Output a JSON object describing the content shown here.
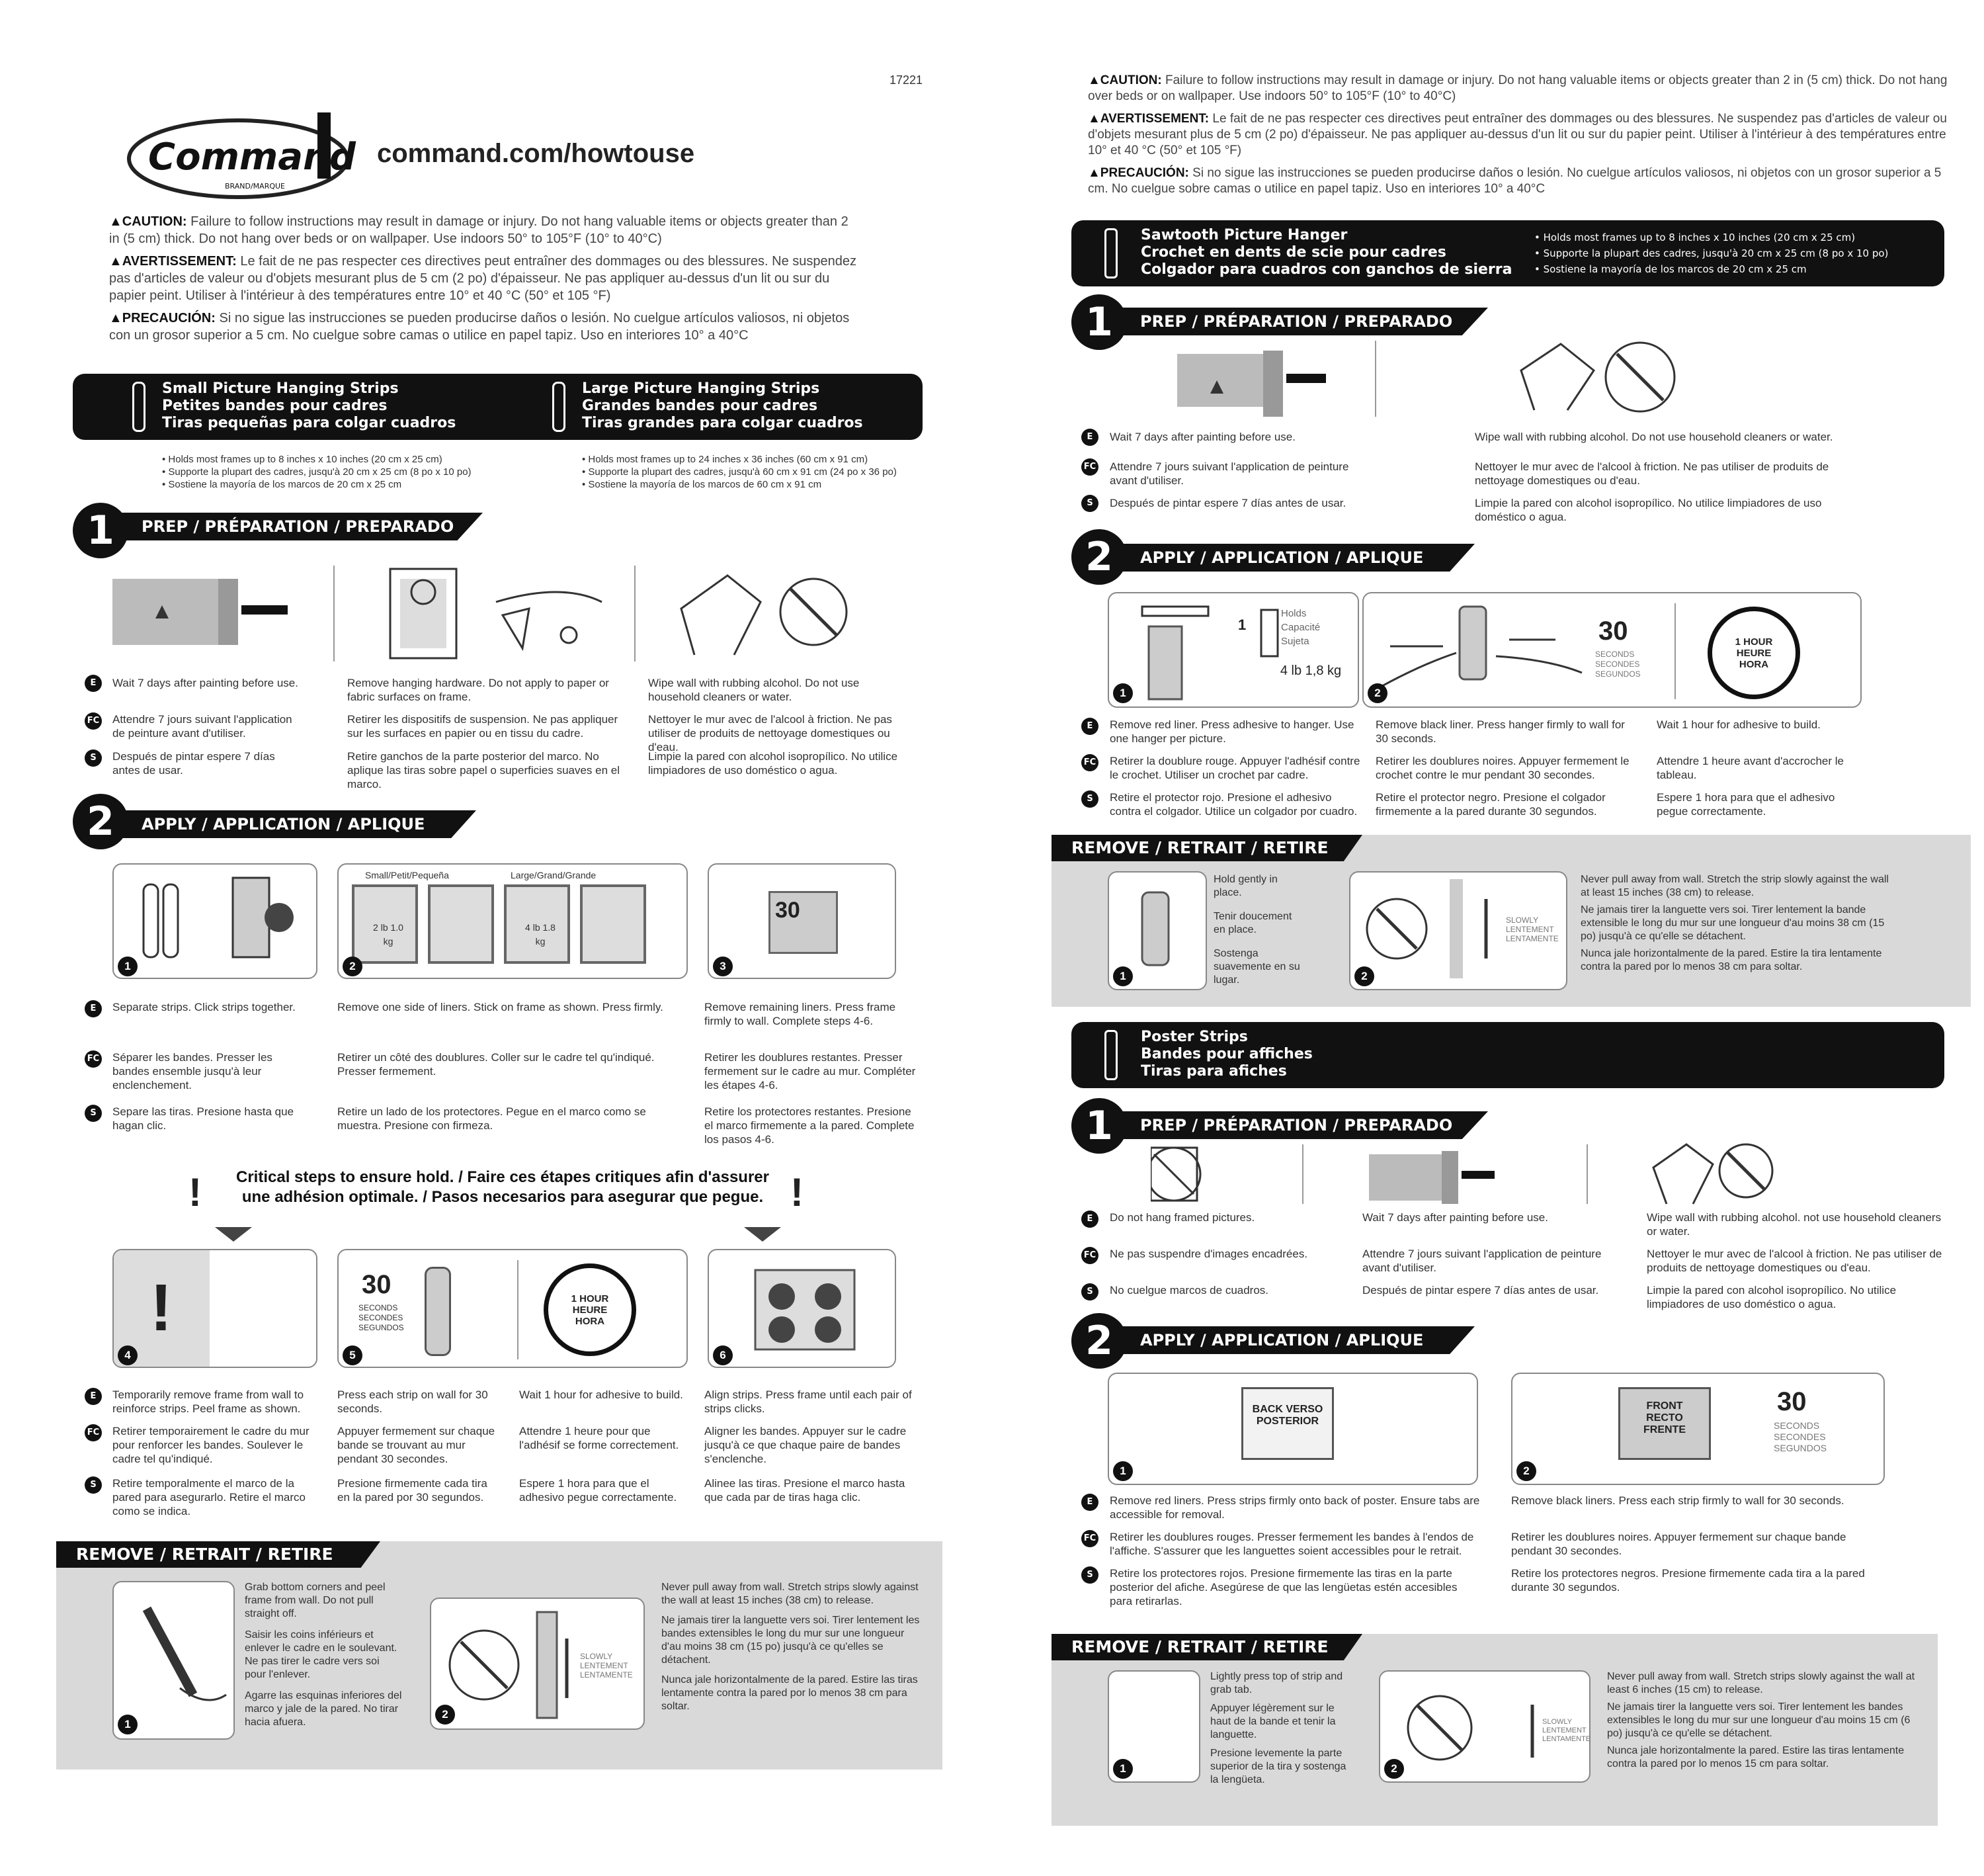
{
  "doc_code": "17221",
  "brand": {
    "logo_text": "Command",
    "logo_sub": "BRAND/MARQUE",
    "url": "command.com/howtouse"
  },
  "caution": {
    "en_label": "▲CAUTION:",
    "en": "Failure to follow instructions may result in damage or injury. Do not hang valuable items or objects greater than 2 in (5 cm) thick. Do not hang over beds or on wallpaper. Use indoors 50° to 105°F (10° to 40°C)",
    "fr_label": "▲AVERTISSEMENT:",
    "fr": "Le fait de ne pas respecter ces directives peut entraîner des dommages ou des blessures. Ne suspendez pas d'articles de valeur ou d'objets mesurant plus de 5 cm (2 po) d'épaisseur. Ne pas appliquer au-dessus d'un lit ou sur du papier peint. Utiliser à l'intérieur à des températures entre 10° et 40 °C (50° et 105 °F)",
    "es_label": "▲PRECAUCIÓN:",
    "es": "Si no sigue las instrucciones se pueden producirse daños o lesión. No cuelgue artículos valiosos, ni objetos con un grosor superior a 5 cm. No cuelgue sobre camas o utilice en papel tapiz. Uso en interiores 10° a 40°C"
  },
  "lang_icons": {
    "en": "E",
    "fr": "FC",
    "es": "S"
  },
  "step_titles": {
    "prep": "PREP / PRÉPARATION / PREPARADO",
    "apply": "APPLY / APPLICATION / APLIQUE",
    "remove": "REMOVE / RETRAIT / RETIRE"
  },
  "left": {
    "product_small": [
      "Small Picture Hanging Strips",
      "Petites bandes pour cadres",
      "Tiras pequeñas para colgar cuadros"
    ],
    "product_large": [
      "Large Picture Hanging Strips",
      "Grandes bandes pour cadres",
      "Tiras grandes para colgar cuadros"
    ],
    "small_bullets": [
      "• Holds most frames up to 8 inches x 10 inches (20 cm x 25 cm)",
      "• Supporte la plupart des cadres, jusqu'à 20 cm x 25 cm (8 po x 10 po)",
      "• Sostiene la mayoría de los marcos de 20 cm x 25 cm"
    ],
    "large_bullets": [
      "• Holds most frames up to 24 inches x 36 inches (60 cm x 91 cm)",
      "• Supporte la plupart des cadres, jusqu'à 60 cm x 91 cm (24 po x 36 po)",
      "• Sostiene la mayoría de los marcos de 60 cm x 91 cm"
    ],
    "prep": {
      "c1": {
        "en": "Wait 7 days after painting before use.",
        "fr": "Attendre 7 jours suivant l'application de peinture avant d'utiliser.",
        "es": "Después de pintar espere 7 días antes de usar."
      },
      "c2": {
        "en": "Remove hanging hardware. Do not apply to paper or fabric surfaces on frame.",
        "fr": "Retirer les dispositifs de suspension. Ne pas appliquer sur les surfaces en papier ou en tissu du cadre.",
        "es": "Retire ganchos de la parte posterior del marco. No aplique las tiras sobre papel o superficies suaves en el marco."
      },
      "c3": {
        "en": "Wipe wall with rubbing alcohol. Do not use household cleaners or water.",
        "fr": "Nettoyer le mur avec de l'alcool à friction. Ne pas utiliser de produits de nettoyage domestiques ou d'eau.",
        "es": "Limpie la pared con alcohol isopropílico. No utilice limpiadores de uso doméstico o agua."
      }
    },
    "apply_a": {
      "c1": {
        "en": "Separate strips. Click strips together.",
        "fr": "Séparer les bandes. Presser les bandes ensemble jusqu'à leur enclenchement.",
        "es": "Separe las tiras. Presione hasta que hagan clic."
      },
      "c2": {
        "en": "Remove one side of liners. Stick on frame as shown. Press firmly.",
        "fr": "Retirer un côté des doublures. Coller sur le cadre tel qu'indiqué. Presser fermement.",
        "es": "Retire un lado de los protectores. Pegue en el marco como se muestra. Presione con firmeza."
      },
      "c3": {
        "en": "Remove remaining liners. Press frame firmly to wall. Complete steps 4-6.",
        "fr": "Retirer les doublures restantes. Presser fermement sur le cadre au mur. Compléter les étapes 4-6.",
        "es": "Retire los protectores restantes. Presione el marco firmemente a la pared. Complete los pasos 4-6."
      }
    },
    "critical": "Critical steps to ensure hold. / Faire ces étapes critiques afin d'assurer une adhésion optimale. / Pasos necesarios para asegurar que pegue.",
    "apply_b": {
      "c1": {
        "en": "Temporarily remove frame from wall to reinforce strips. Peel frame as shown.",
        "fr": "Retirer temporairement le cadre du mur pour renforcer les bandes. Soulever le cadre tel qu'indiqué.",
        "es": "Retire temporalmente el marco de la pared para asegurarlo. Retire el marco como se indica."
      },
      "c2": {
        "en": "Press each strip on wall for 30 seconds.",
        "fr": "Appuyer fermement sur chaque bande se trouvant au mur pendant 30 secondes.",
        "es": "Presione firmemente cada tira en la pared por 30 segundos."
      },
      "c3": {
        "en": "Wait 1 hour for adhesive to build.",
        "fr": "Attendre 1 heure pour que l'adhésif se forme correctement.",
        "es": "Espere 1 hora para que el adhesivo pegue correctamente."
      },
      "c4": {
        "en": "Align strips. Press frame until each pair of strips clicks.",
        "fr": "Aligner les bandes. Appuyer sur le cadre jusqu'à ce que chaque paire de bandes s'enclenche.",
        "es": "Alinee las tiras. Presione el marco hasta que cada par de tiras haga clic."
      }
    },
    "remove": {
      "a": [
        "Grab bottom corners and peel frame from wall. Do not pull straight off.",
        "Saisir les coins inférieurs et enlever le cadre en le soulevant. Ne pas tirer le cadre vers soi pour l'enlever.",
        "Agarre las esquinas inferiores del marco y jale de la pared. No tirar hacia afuera."
      ],
      "b": [
        "Never pull away from wall. Stretch strips slowly against the wall at least 15 inches (38 cm) to release.",
        "Ne jamais tirer la languette vers soi. Tirer lentement les bandes extensibles le long du mur sur une longueur d'au moins 38 cm (15 po) jusqu'à ce qu'elles se détachent.",
        "Nunca jale horizontalmente de la pared. Estire las tiras lentamente contra la pared por lo menos 38 cm para soltar."
      ],
      "slowly": "SLOWLY LENTEMENT LENTAMENTE"
    },
    "labels": {
      "small": "Small/Petit/Pequeña",
      "large": "Large/Grand/Grande",
      "sec": "30",
      "sec_words": "SECONDS SECONDES SEGUNDOS",
      "hour": "1 HOUR HEURE HORA",
      "lb_s": "2 lb 1.0 kg",
      "lb_l": "4 lb 1.8 kg"
    }
  },
  "right": {
    "sawtooth": [
      "Sawtooth Picture Hanger",
      "Crochet en dents de scie pour cadres",
      "Colgador para cuadros con ganchos de sierra"
    ],
    "sawtooth_bullets": [
      "• Holds most frames up to 8 inches x 10 inches (20 cm x 25 cm)",
      "• Supporte la plupart des cadres, jusqu'à 20 cm x 25 cm (8 po x 10 po)",
      "• Sostiene la mayoría de los marcos de 20 cm x 25 cm"
    ],
    "prep": {
      "c1": {
        "en": "Wait 7 days after painting before use.",
        "fr": "Attendre 7 jours suivant l'application de peinture avant d'utiliser.",
        "es": "Después de pintar espere 7 días antes de usar."
      },
      "c2": {
        "en": "Wipe wall with rubbing alcohol. Do not use household cleaners or water.",
        "fr": "Nettoyer le mur avec de l'alcool à friction. Ne pas utiliser de produits de nettoyage domestiques ou d'eau.",
        "es": "Limpie la pared con alcohol isopropílico. No utilice limpiadores de uso doméstico o agua."
      }
    },
    "apply": {
      "holds": "Holds Capacité Sujeta",
      "weight": "4 lb 1,8 kg",
      "c1": {
        "en": "Remove red liner. Press adhesive to hanger. Use one hanger per picture.",
        "fr": "Retirer la doublure rouge. Appuyer l'adhésif contre le crochet. Utiliser un crochet par cadre.",
        "es": "Retire el protector rojo. Presione el adhesivo contra el colgador. Utilice un colgador por cuadro."
      },
      "c2": {
        "en": "Remove black liner. Press hanger firmly to wall for 30 seconds.",
        "fr": "Retirer les doublures noires. Appuyer fermement le crochet contre le mur pendant 30 secondes.",
        "es": "Retire el protector negro. Presione el colgador firmemente a la pared durante 30 segundos."
      },
      "c3": {
        "en": "Wait 1 hour for adhesive to build.",
        "fr": "Attendre 1 heure avant d'accrocher le tableau.",
        "es": "Espere 1 hora para que el adhesivo pegue correctamente."
      }
    },
    "remove1": {
      "a": [
        "Hold gently in place.",
        "Tenir doucement en place.",
        "Sostenga suavemente en su lugar."
      ],
      "b": [
        "Never pull away from wall. Stretch the strip slowly against the wall at least 15 inches (38 cm) to release.",
        "Ne jamais tirer la languette vers soi. Tirer lentement la bande extensible le long du mur sur une longueur d'au moins 38 cm (15 po) jusqu'à ce qu'elle se détachent.",
        "Nunca jale horizontalmente de la pared. Estire la tira lentamente contra la pared por lo menos 38 cm para soltar."
      ]
    },
    "poster": [
      "Poster Strips",
      "Bandes pour affiches",
      "Tiras para afiches"
    ],
    "poster_prep": {
      "c1": {
        "en": "Do not hang framed pictures.",
        "fr": "Ne pas suspendre d'images encadrées.",
        "es": "No cuelgue marcos de cuadros."
      },
      "c2": {
        "en": "Wait 7 days after painting before use.",
        "fr": "Attendre 7 jours suivant l'application de peinture avant d'utiliser.",
        "es": "Después de pintar espere 7 días antes de usar."
      },
      "c3": {
        "en": "Wipe wall with rubbing alcohol. not use household cleaners or water.",
        "fr": "Nettoyer le mur avec de l'alcool à friction. Ne pas utiliser de produits de nettoyage domestiques ou d'eau.",
        "es": "Limpie la pared con alcohol isopropílico. No utilice limpiadores de uso doméstico o agua."
      }
    },
    "poster_apply": {
      "back": "BACK VERSO POSTERIOR",
      "front": "FRONT RECTO FRENTE",
      "c1": {
        "en": "Remove red liners. Press strips firmly onto back of poster. Ensure tabs are accessible for removal.",
        "fr": "Retirer les doublures rouges. Presser fermement les bandes à l'endos de l'affiche. S'assurer que les languettes soient accessibles pour le retrait.",
        "es": "Retire los protectores rojos. Presione firmemente las tiras en la parte posterior del afiche. Asegúrese de que las lengüetas estén accesibles para retirarlas."
      },
      "c2": {
        "en": "Remove black liners. Press each strip firmly to wall for 30 seconds.",
        "fr": "Retirer les doublures noires. Appuyer fermement sur chaque bande pendant 30 secondes.",
        "es": "Retire los protectores negros. Presione firmemente cada tira a la pared durante 30 segundos."
      }
    },
    "remove2": {
      "a": [
        "Lightly press top of strip and grab tab.",
        "Appuyer légèrement sur le haut de la bande et tenir la languette.",
        "Presione levemente la parte superior de la tira y sostenga la lengüeta."
      ],
      "b": [
        "Never pull away from wall. Stretch strips slowly against the wall at least 6 inches (15 cm) to release.",
        "Ne jamais tirer la languette vers soi. Tirer lentement les bandes extensibles le long du mur sur une longueur d'au moins 15 cm (6 po) jusqu'à ce qu'elle se détachent.",
        "Nunca jale horizontalmente la pared. Estire las tiras lentamente contra la pared por lo menos 15 cm para soltar."
      ]
    }
  }
}
